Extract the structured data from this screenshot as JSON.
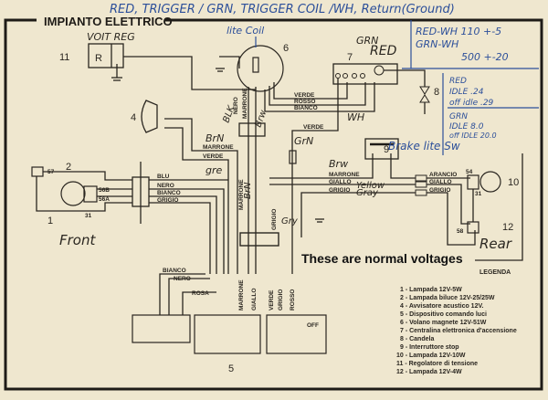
{
  "title": "IMPIANTO ELETTRICO",
  "annotations": {
    "top_note": "RED, TRIGGER / GRN, TRIGGER COIL /WH, Return(Ground)",
    "volt_reg": "VOIT REG",
    "lite_coil": "lite Coil",
    "grn": "GRN",
    "red": "RED",
    "wh": "WH",
    "blk": "BLK",
    "brw_top": "Brw",
    "brn_marrone": "BrN",
    "gre": "gre",
    "grn_verde": "GrN",
    "brn_vertical": "BrN",
    "brw_marrone": "Brw",
    "yellow": "Yellow",
    "gray": "Gray",
    "gry": "Gry",
    "brake_lite": "Brake lite Sw",
    "front": "Front",
    "rear": "Rear",
    "normal_voltages": "These are normal voltages"
  },
  "voltage_table": {
    "red_wh": "RED-WH 110 +-5",
    "grn_wh": "GRN-WH",
    "grn_wh_val": "500 +-20",
    "red": "RED",
    "red_idle": "IDLE .24",
    "red_offidle": "off idle .29",
    "grn": "GRN",
    "grn_idle": "IDLE 8.0",
    "grn_offidle": "off IDLE 20.0"
  },
  "component_numbers": {
    "n1": "1",
    "n2": "2",
    "n4": "4",
    "n5": "5",
    "n6": "6",
    "n7": "7",
    "n8": "8",
    "n9": "9",
    "n10": "10",
    "n11": "11",
    "n12": "12",
    "reg_r": "R"
  },
  "terminals": {
    "t57": "57",
    "t56b": "56B",
    "t56a": "56A",
    "t31a": "31",
    "t54": "54",
    "t31b": "31",
    "t58": "58"
  },
  "wire_labels": {
    "verde1": "VERDE",
    "rosso1": "ROSSO",
    "bianco1": "BIANCO",
    "verde2": "VERDE",
    "nero_v": "NERO",
    "marrone_v": "MARRONE",
    "marrone1": "MARRONE",
    "verde3": "VERDE",
    "blu": "BLU",
    "nero": "NERO",
    "bianco": "BIANCO",
    "grigio": "GRIGIO",
    "marrone_v2": "MARRONE",
    "grigio_v": "GRIGIO",
    "marrone2": "MARRONE",
    "giallo": "GIALLO",
    "grigio2": "GRIGIO",
    "arancio": "ARANCIO",
    "giallo2": "GIALLO",
    "grigio3": "GRIGIO",
    "bianco2": "BIANCO",
    "nero2": "NERO",
    "rosa": "ROSA",
    "marrone3": "MARRONE",
    "giallo3": "GIALLO",
    "verde4": "VERDE",
    "grigio4": "GRIGIO",
    "rosso2": "ROSSO",
    "off": "OFF"
  },
  "legend": {
    "heading": "LEGENDA",
    "items": [
      "1 - Lampada            12V-5W",
      "2 - Lampada biluce 12V-25/25W",
      "4 - Avvisatore acustico 12V.",
      "5 - Dispositivo comando luci",
      "6 - Volano magnete 12V-51W",
      "7 - Centralina elettronica d'accensione",
      "8 - Candela",
      "9 - Interruttore stop",
      "10 - Lampada 12V-10W",
      "11 - Regolatore di tensione",
      "12 - Lampada 12V-4W"
    ]
  },
  "colors": {
    "paper": "#efe7cf",
    "ink": "#2a2620",
    "pen_blue": "#2c4f9a"
  }
}
